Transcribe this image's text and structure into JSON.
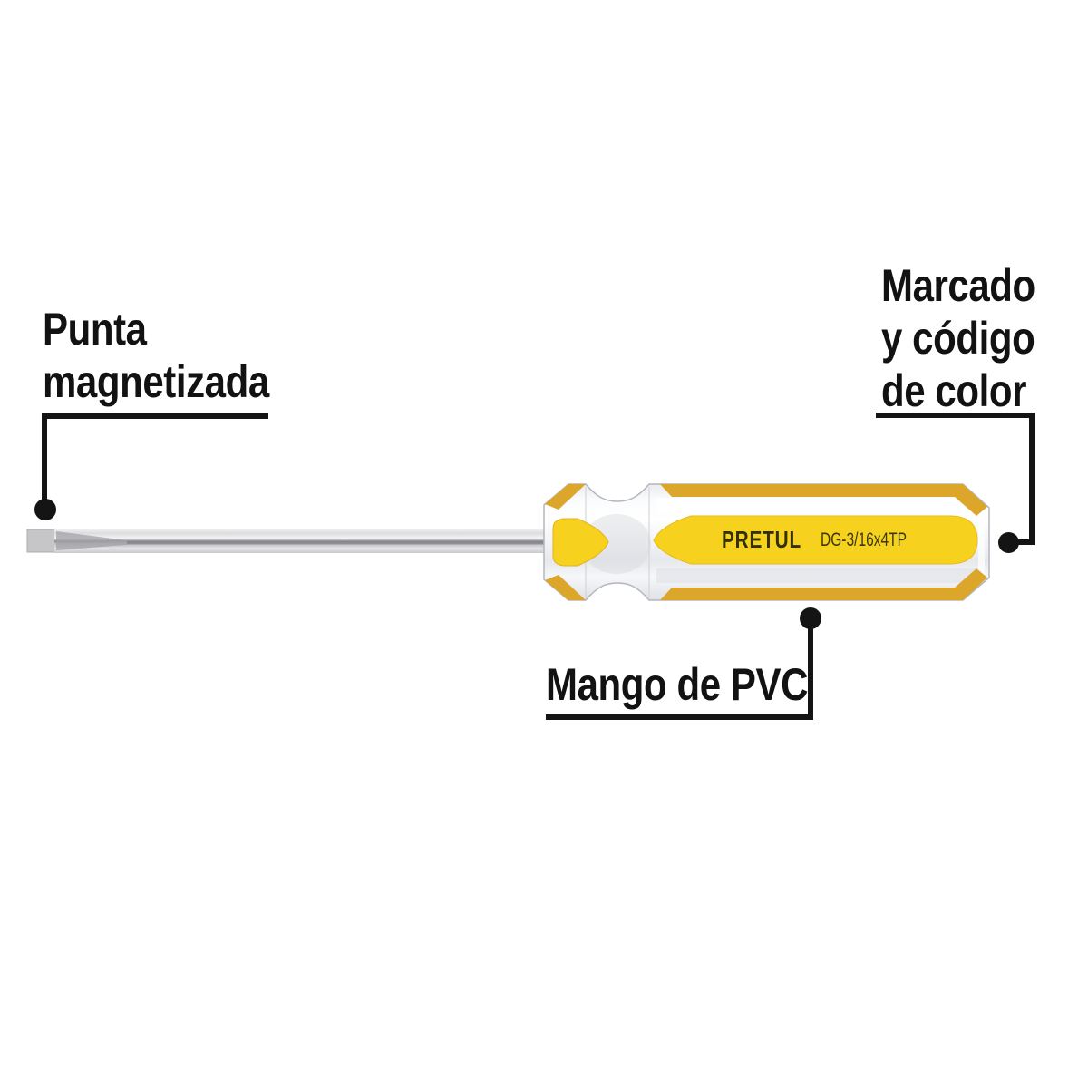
{
  "annotations": {
    "tip_label": {
      "line1": "Punta",
      "line2": "magnetizada"
    },
    "marking_label": {
      "line1": "Marcado",
      "line2": "y código",
      "line3": "de color"
    },
    "handle_label": {
      "text": "Mango de PVC"
    }
  },
  "product": {
    "brand": "PRETUL",
    "model": "DG-3/16x4TP"
  },
  "colors": {
    "panel_yellow": "#f6d21e",
    "stripe_yellow": "#dca62b",
    "callout_black": "#141414",
    "brand_text": "#33300a",
    "shaft_gray": "#c9c9cc"
  }
}
